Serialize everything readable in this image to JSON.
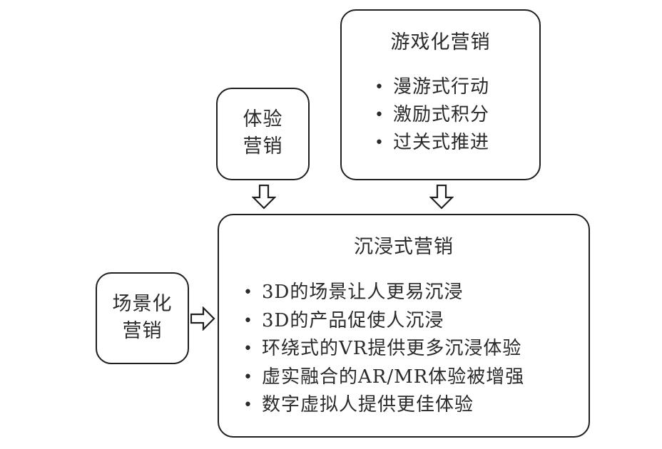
{
  "diagram": {
    "game_marketing": {
      "title": "游戏化营销",
      "items": [
        "漫游式行动",
        "激励式积分",
        "过关式推进"
      ]
    },
    "experience_marketing": {
      "lines": [
        "体验",
        "营销"
      ]
    },
    "scene_marketing": {
      "lines": [
        "场景化",
        "营销"
      ]
    },
    "immersive_marketing": {
      "title": "沉浸式营销",
      "items": [
        "3D的场景让人更易沉浸",
        "3D的产品促使人沉浸",
        "环绕式的VR提供更多沉浸体验",
        "虚实融合的AR/MR体验被增强",
        "数字虚拟人提供更佳体验"
      ]
    },
    "arrows": [
      {
        "from": "experience_marketing",
        "to": "immersive_marketing",
        "direction": "down"
      },
      {
        "from": "game_marketing",
        "to": "immersive_marketing",
        "direction": "down"
      },
      {
        "from": "scene_marketing",
        "to": "immersive_marketing",
        "direction": "right"
      }
    ],
    "colors": {
      "stroke": "#1f1f1f",
      "text": "#2a2a2a",
      "background": "#ffffff"
    }
  }
}
